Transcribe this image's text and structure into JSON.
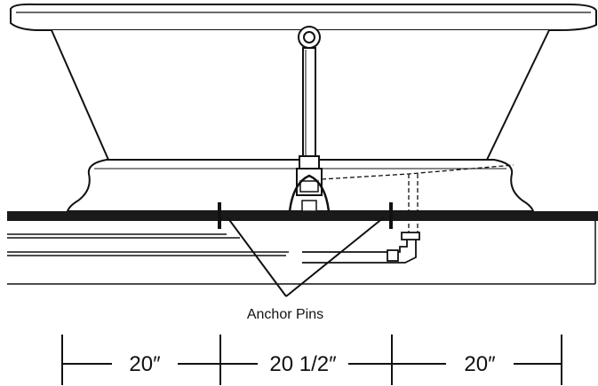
{
  "diagram": {
    "callout_label": "Anchor Pins",
    "dimensions": [
      {
        "label": "20″"
      },
      {
        "label": "20 1/2″"
      },
      {
        "label": "20″"
      }
    ]
  },
  "colors": {
    "line": "#111111",
    "floor": "#1a1a1a",
    "background": "#ffffff"
  }
}
